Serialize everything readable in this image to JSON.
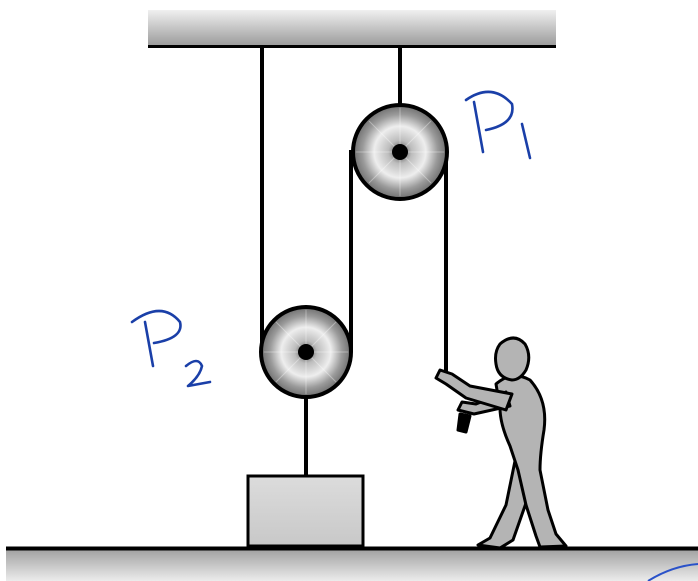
{
  "diagram": {
    "labels": {
      "pulley_top": {
        "letter": "P",
        "subscript": "1"
      },
      "pulley_bottom": {
        "letter": "P",
        "subscript": "2"
      }
    },
    "colors": {
      "ink": "#000000",
      "label_ink": "#1a3fa8",
      "ceiling_gradient": [
        "#f0f0f0",
        "#9a9a9a"
      ],
      "floor_gradient": [
        "#9e9e9e",
        "#e8e8e8"
      ],
      "block_fill": "#d6d6d6",
      "person_fill": "#b4b4b4",
      "pulley_light": "#f4f4f4",
      "pulley_dark": "#6e6e6e"
    },
    "icons": {
      "ceiling": "ceiling-beam",
      "floor": "ground",
      "pulley_fixed": "fixed-pulley",
      "pulley_movable": "movable-pulley",
      "load": "block",
      "person": "person-pulling-rope"
    }
  }
}
